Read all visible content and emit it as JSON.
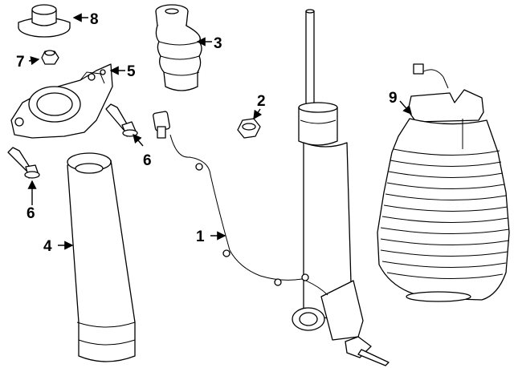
{
  "diagram": {
    "callouts": [
      {
        "id": "1",
        "label": "1"
      },
      {
        "id": "2",
        "label": "2"
      },
      {
        "id": "3",
        "label": "3"
      },
      {
        "id": "4",
        "label": "4"
      },
      {
        "id": "5",
        "label": "5"
      },
      {
        "id": "6a",
        "label": "6"
      },
      {
        "id": "6b",
        "label": "6"
      },
      {
        "id": "7",
        "label": "7"
      },
      {
        "id": "8",
        "label": "8"
      },
      {
        "id": "9",
        "label": "9"
      }
    ]
  }
}
